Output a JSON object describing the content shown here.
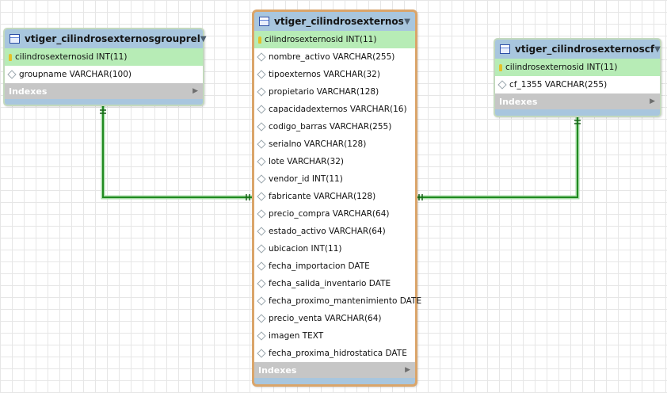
{
  "diagram": {
    "tables": [
      {
        "name": "vtiger_cilindrosexternosgrouprel",
        "columns": [
          {
            "text": "cilindrosexternosid INT(11)",
            "key": "pk"
          },
          {
            "text": "groupname VARCHAR(100)",
            "key": "col"
          }
        ],
        "indexes_label": "Indexes"
      },
      {
        "name": "vtiger_cilindrosexternos",
        "columns": [
          {
            "text": "cilindrosexternosid INT(11)",
            "key": "pk"
          },
          {
            "text": "nombre_activo VARCHAR(255)",
            "key": "col"
          },
          {
            "text": "tipoexternos VARCHAR(32)",
            "key": "col"
          },
          {
            "text": "propietario VARCHAR(128)",
            "key": "col"
          },
          {
            "text": "capacidadexternos VARCHAR(16)",
            "key": "col"
          },
          {
            "text": "codigo_barras VARCHAR(255)",
            "key": "col"
          },
          {
            "text": "serialno VARCHAR(128)",
            "key": "col"
          },
          {
            "text": "lote VARCHAR(32)",
            "key": "col"
          },
          {
            "text": "vendor_id INT(11)",
            "key": "col"
          },
          {
            "text": "fabricante VARCHAR(128)",
            "key": "col"
          },
          {
            "text": "precio_compra VARCHAR(64)",
            "key": "col"
          },
          {
            "text": "estado_activo VARCHAR(64)",
            "key": "col"
          },
          {
            "text": "ubicacion INT(11)",
            "key": "col"
          },
          {
            "text": "fecha_importacion DATE",
            "key": "col"
          },
          {
            "text": "fecha_salida_inventario DATE",
            "key": "col"
          },
          {
            "text": "fecha_proximo_mantenimiento DATE",
            "key": "col"
          },
          {
            "text": "precio_venta VARCHAR(64)",
            "key": "col"
          },
          {
            "text": "imagen TEXT",
            "key": "col"
          },
          {
            "text": "fecha_proxima_hidrostatica DATE",
            "key": "col"
          }
        ],
        "indexes_label": "Indexes"
      },
      {
        "name": "vtiger_cilindrosexternoscf",
        "columns": [
          {
            "text": "cilindrosexternosid INT(11)",
            "key": "pk"
          },
          {
            "text": "cf_1355 VARCHAR(255)",
            "key": "col"
          }
        ],
        "indexes_label": "Indexes"
      }
    ],
    "relationships": [
      {
        "from": "vtiger_cilindrosexternosgrouprel",
        "to": "vtiger_cilindrosexternos",
        "cardinality": "one-to-one"
      },
      {
        "from": "vtiger_cilindrosexternos",
        "to": "vtiger_cilindrosexternoscf",
        "cardinality": "one-to-one"
      }
    ],
    "colors": {
      "connector": "#1f8a1f",
      "pk_row": "#b7ecb6",
      "table_header": "#a8c6de",
      "selected_border": "#daa56a",
      "indexes_bar": "#c6c6c6"
    }
  }
}
